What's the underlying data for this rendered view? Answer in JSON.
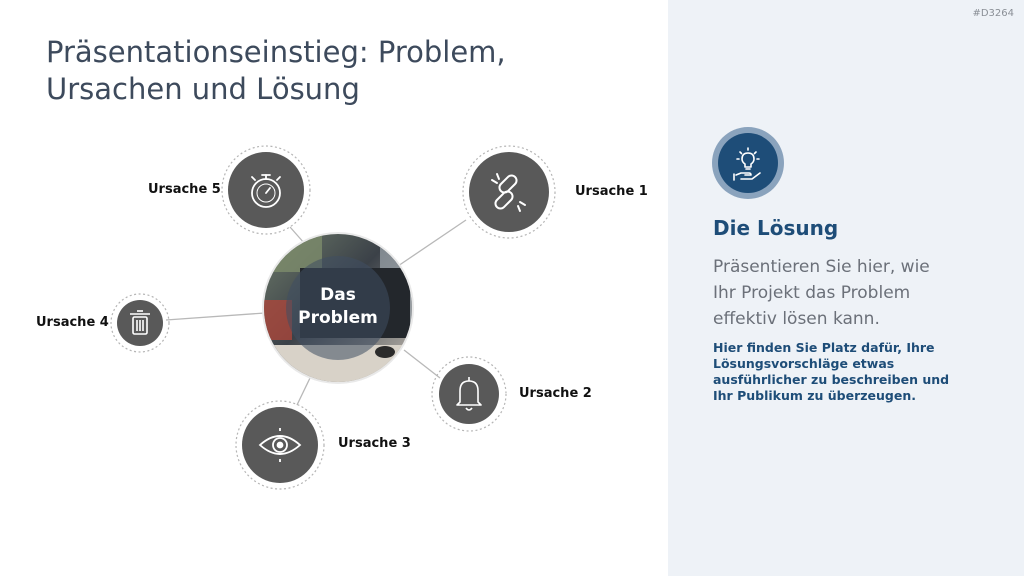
{
  "slide": {
    "id_tag": "#D3264",
    "title": "Präsentationseinstieg: Problem, Ursachen und Lösung"
  },
  "center": {
    "label": "Das Problem"
  },
  "causes": [
    {
      "label": "Ursache 1",
      "icon": "broken-link-icon"
    },
    {
      "label": "Ursache 2",
      "icon": "bell-icon"
    },
    {
      "label": "Ursache 3",
      "icon": "eye-icon"
    },
    {
      "label": "Ursache 4",
      "icon": "trash-icon"
    },
    {
      "label": "Ursache 5",
      "icon": "stopwatch-icon"
    }
  ],
  "solution": {
    "icon": "lightbulb-hand-icon",
    "title": "Die Lösung",
    "text": "Präsentieren Sie hier, wie Ihr Projekt das Problem effektiv lösen kann.",
    "detail": "Hier finden Sie Platz dafür, Ihre Lösungsvorschläge etwas ausführlicher zu beschreiben und Ihr Publikum zu überzeugen."
  },
  "colors": {
    "node_fill": "#595959",
    "accent": "#1e4d78",
    "panel_bg": "#eef2f7"
  }
}
